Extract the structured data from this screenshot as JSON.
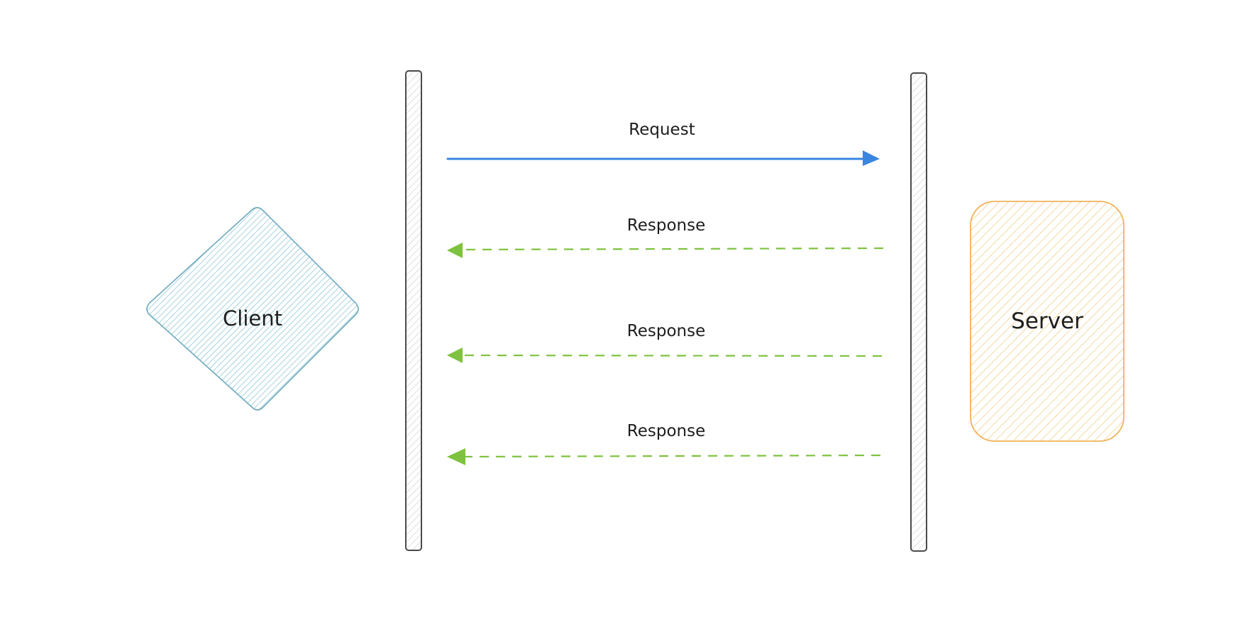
{
  "nodes": {
    "client": {
      "label": "Client",
      "stroke": "#6fa9bd",
      "hatch": "#8fc7d6"
    },
    "server": {
      "label": "Server",
      "stroke": "#f0b35a",
      "hatch": "#f5c77c"
    }
  },
  "lifelines": {
    "stroke": "#4a4a4a",
    "hatch": "#c8c8c8"
  },
  "messages": [
    {
      "label": "Request",
      "direction": "client-to-server",
      "style": "solid",
      "color": "#3a85e0"
    },
    {
      "label": "Response",
      "direction": "server-to-client",
      "style": "dashed",
      "color": "#7ec23f"
    },
    {
      "label": "Response",
      "direction": "server-to-client",
      "style": "dashed",
      "color": "#7ec23f"
    },
    {
      "label": "Response",
      "direction": "server-to-client",
      "style": "dashed",
      "color": "#7ec23f"
    }
  ]
}
